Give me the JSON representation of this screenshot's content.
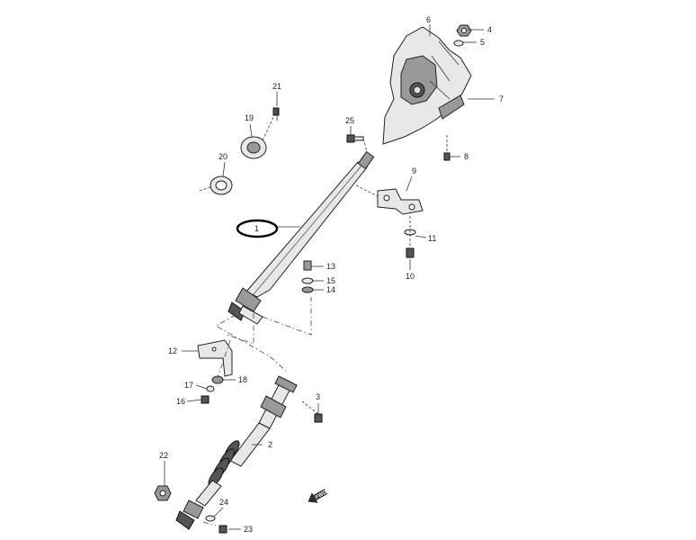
{
  "diagram": {
    "highlighted_callout": "1",
    "callouts": [
      {
        "id": "c1",
        "label": "1"
      },
      {
        "id": "c2",
        "label": "2"
      },
      {
        "id": "c3",
        "label": "3"
      },
      {
        "id": "c4",
        "label": "4"
      },
      {
        "id": "c5",
        "label": "5"
      },
      {
        "id": "c6",
        "label": "6"
      },
      {
        "id": "c7",
        "label": "7"
      },
      {
        "id": "c8",
        "label": "8"
      },
      {
        "id": "c9",
        "label": "9"
      },
      {
        "id": "c10",
        "label": "10"
      },
      {
        "id": "c11",
        "label": "11"
      },
      {
        "id": "c12",
        "label": "12"
      },
      {
        "id": "c13",
        "label": "13"
      },
      {
        "id": "c14",
        "label": "14"
      },
      {
        "id": "c15",
        "label": "15"
      },
      {
        "id": "c16",
        "label": "16"
      },
      {
        "id": "c17",
        "label": "17"
      },
      {
        "id": "c18",
        "label": "18"
      },
      {
        "id": "c19",
        "label": "19"
      },
      {
        "id": "c20",
        "label": "20"
      },
      {
        "id": "c21",
        "label": "21"
      },
      {
        "id": "c22",
        "label": "22"
      },
      {
        "id": "c23",
        "label": "23"
      },
      {
        "id": "c24",
        "label": "24"
      },
      {
        "id": "c25",
        "label": "25"
      }
    ],
    "forward_marker": {
      "label": "FWD",
      "icon": "arrow-forward-icon"
    }
  }
}
